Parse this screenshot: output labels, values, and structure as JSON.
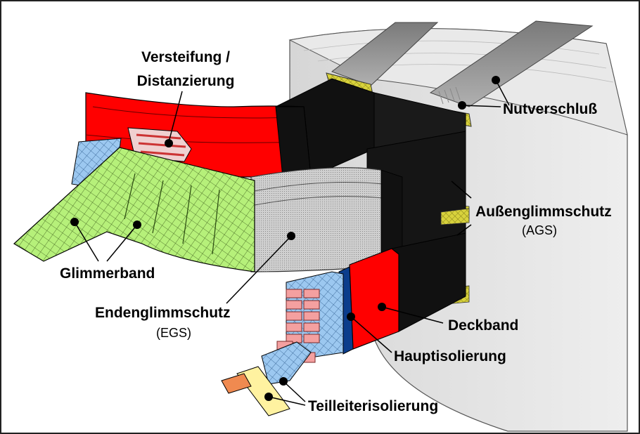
{
  "labels": {
    "versteifung_line1": "Versteifung /",
    "versteifung_line2": "Distanzierung",
    "nutverschluss": "Nutverschluß",
    "aussenglimmschutz": "Außenglimmschutz",
    "aussenglimmschutz_abbr": "(AGS)",
    "glimmerband": "Glimmerband",
    "endenglimmschutz": "Endenglimmschutz",
    "endenglimmschutz_abbr": "(EGS)",
    "deckband": "Deckband",
    "hauptisolierung": "Hauptisolierung",
    "teilleiterisolierung": "Teilleiterisolierung"
  },
  "colors": {
    "deckband_red": "#ff0000",
    "ags_black": "#111111",
    "egs_grey": "#c8c8c8",
    "glimmerband_green": "#b6f07a",
    "teilleiter_blue": "#9cc8f0",
    "conductor_pink": "#f4a0a0",
    "hauptisolierung_navy": "#0b3d8c",
    "nutverschluss_yellow": "#d8d23c",
    "stator_grey": "#e2e2e2"
  }
}
